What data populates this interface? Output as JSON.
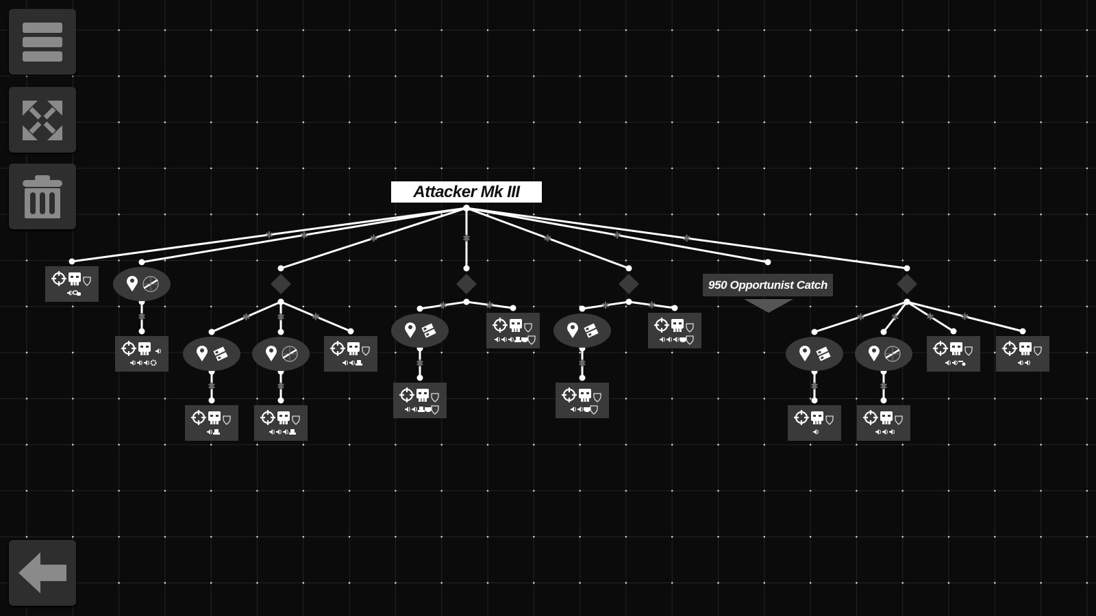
{
  "tree": {
    "title": "Attacker Mk III",
    "floating_label": "950 Opportunist Catch",
    "nodes": [
      {
        "id": "A",
        "type": "action",
        "icons": [
          "speaker",
          "link"
        ]
      },
      {
        "id": "B",
        "type": "condition",
        "cond": "compass",
        "child": {
          "id": "B1",
          "type": "action",
          "big": "speaker",
          "icons": [
            "speaker",
            "speaker",
            "speaker",
            "gear"
          ]
        }
      },
      {
        "id": "C",
        "type": "selector",
        "children": [
          {
            "id": "C1",
            "type": "condition",
            "cond": "flag",
            "child": {
              "id": "C1a",
              "type": "action",
              "icons": [
                "speaker",
                "hat"
              ]
            }
          },
          {
            "id": "C2",
            "type": "condition",
            "cond": "compass",
            "child": {
              "id": "C2a",
              "type": "action",
              "icons": [
                "speaker",
                "speaker",
                "speaker",
                "hat"
              ]
            }
          },
          {
            "id": "C3",
            "type": "action",
            "icons": [
              "speaker",
              "speaker",
              "hat"
            ]
          }
        ]
      },
      {
        "id": "D",
        "type": "selector",
        "children": [
          {
            "id": "D1",
            "type": "condition",
            "cond": "flag",
            "child": {
              "id": "D1a",
              "type": "action",
              "icons": [
                "speaker",
                "speaker",
                "hat",
                "mask",
                "shield"
              ]
            }
          },
          {
            "id": "D2",
            "type": "action",
            "icons": [
              "speaker",
              "speaker",
              "speaker",
              "hat",
              "mask",
              "shield"
            ]
          }
        ]
      },
      {
        "id": "E",
        "type": "selector",
        "children": [
          {
            "id": "E1",
            "type": "condition",
            "cond": "flag",
            "child": {
              "id": "E1a",
              "type": "action",
              "icons": [
                "speaker",
                "speaker",
                "mask",
                "shield"
              ]
            }
          },
          {
            "id": "E2",
            "type": "action",
            "icons": [
              "speaker",
              "speaker",
              "speaker",
              "mask",
              "shield"
            ]
          }
        ]
      },
      {
        "id": "F",
        "type": "label"
      },
      {
        "id": "G",
        "type": "selector",
        "children": [
          {
            "id": "G1",
            "type": "condition",
            "cond": "flag",
            "child": {
              "id": "G1a",
              "type": "action",
              "icons": [
                "speaker"
              ]
            }
          },
          {
            "id": "G2",
            "type": "condition",
            "cond": "compass",
            "child": {
              "id": "G2a",
              "type": "action",
              "icons": [
                "speaker",
                "speaker",
                "speaker"
              ]
            }
          },
          {
            "id": "G3",
            "type": "action",
            "icons": [
              "speaker",
              "speaker",
              "route"
            ]
          },
          {
            "id": "G4",
            "type": "action",
            "icons": [
              "speaker",
              "speaker"
            ]
          }
        ]
      }
    ]
  },
  "toolbar": [
    {
      "icon": "menu-icon"
    },
    {
      "icon": "expand-icon"
    },
    {
      "icon": "trash-icon"
    },
    {
      "icon": "back-arrow-icon"
    }
  ],
  "colors": {
    "background": "#0b0b0b",
    "panel": "#2e2e2e",
    "node": "#3a3a3a",
    "icon": "#8a8a8a",
    "line": "#ffffff"
  }
}
